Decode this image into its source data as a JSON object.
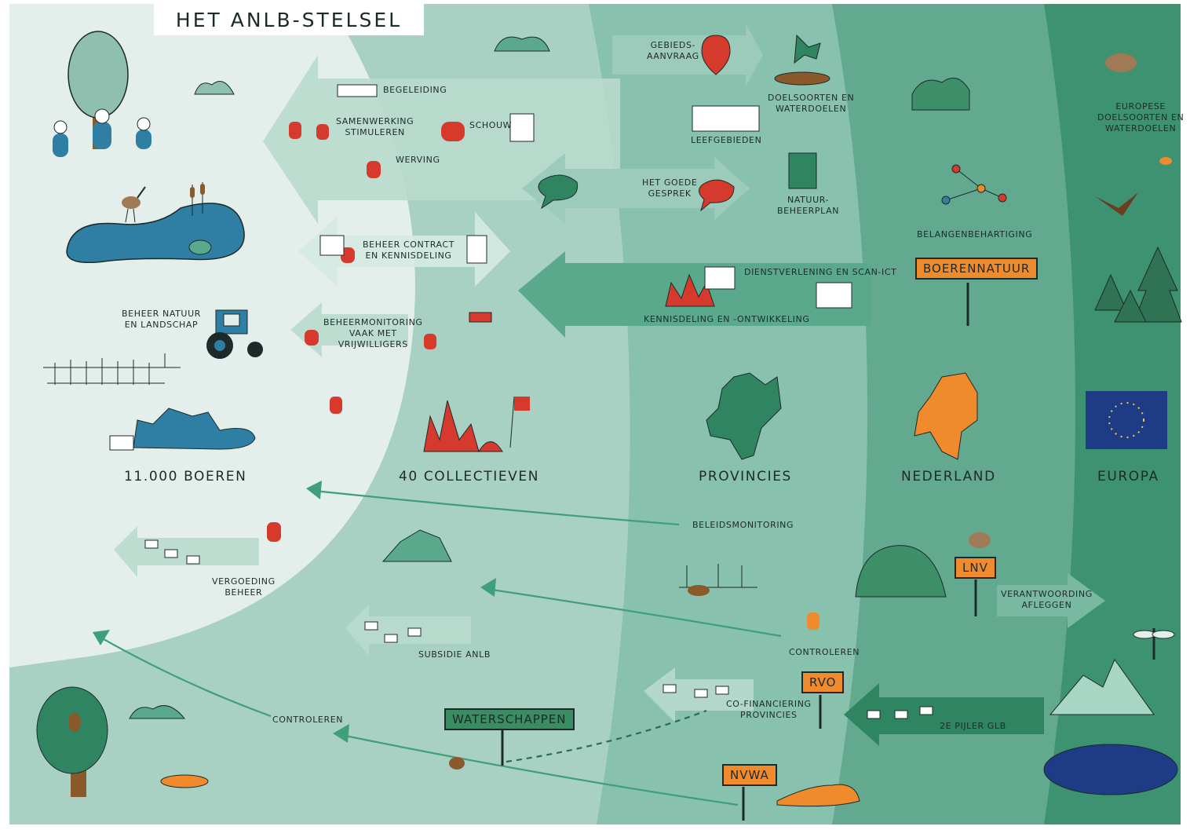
{
  "title": "HET ANLB-STELSEL",
  "zones": {
    "boeren": "11.000 BOEREN",
    "collectieven": "40 COLLECTIEVEN",
    "provincies": "PROVINCIES",
    "nederland": "NEDERLAND",
    "europa": "EUROPA"
  },
  "labels": {
    "begeleiding": "BEGELEIDING",
    "samenwerking": "SAMENWERKING\nSTIMULEREN",
    "schouw": "SCHOUW",
    "werving": "WERVING",
    "gebiedsaanvraag": "GEBIEDS-\nAANVRAAG",
    "doelsoorten": "DOELSOORTEN EN\nWATERDOELEN",
    "leefgebieden": "LEEFGEBIEDEN",
    "het_goede_gesprek": "HET GOEDE\nGESPREK",
    "natuurbeheerplan": "NATUUR-\nBEHEERPLAN",
    "europese_doelsoorten": "EUROPESE\nDOELSOORTEN EN\nWATERDOELEN",
    "belangenbehartiging": "BELANGENBEHARTIGING",
    "beheer_contract": "BEHEER CONTRACT\nEN KENNISDELING",
    "dienstverlening": "DIENSTVERLENING EN SCAN-ICT",
    "kennisdeling": "KENNISDELING EN -ONTWIKKELING",
    "beheer_natuur": "BEHEER NATUUR\nEN LANDSCHAP",
    "beheermonitoring": "BEHEERMONITORING\nVAAK MET\nVRIJWILLIGERS",
    "beleidsmonitoring": "BELEIDSMONITORING",
    "vergoeding_beheer": "VERGOEDING\nBEHEER",
    "subsidie_anlb": "SUBSIDIE ANLB",
    "controleren_nvwa": "CONTROLEREN",
    "controleren_rvo": "CONTROLEREN",
    "cofinanciering": "CO-FINANCIERING\nPROVINCIES",
    "tweede_pijler": "2E PIJLER GLB",
    "verantwoording": "VERANTWOORDING\nAFLEGGEN"
  },
  "signs": {
    "boerennatuur": "BOERENNATUUR",
    "lnv": "LNV",
    "rvo": "RVO",
    "waterschappen": "WATERSCHAPPEN",
    "nvwa": "NVWA"
  },
  "colors": {
    "ring1": "#e4efeb",
    "ring2": "#a9d1c3",
    "ring3": "#88c1ad",
    "ring4": "#62a98f",
    "ring5": "#3d9271",
    "accent_red": "#d63a2c",
    "accent_orange": "#ef8b2c",
    "accent_blue": "#2e7fa3",
    "eu_blue": "#1e3c86"
  }
}
